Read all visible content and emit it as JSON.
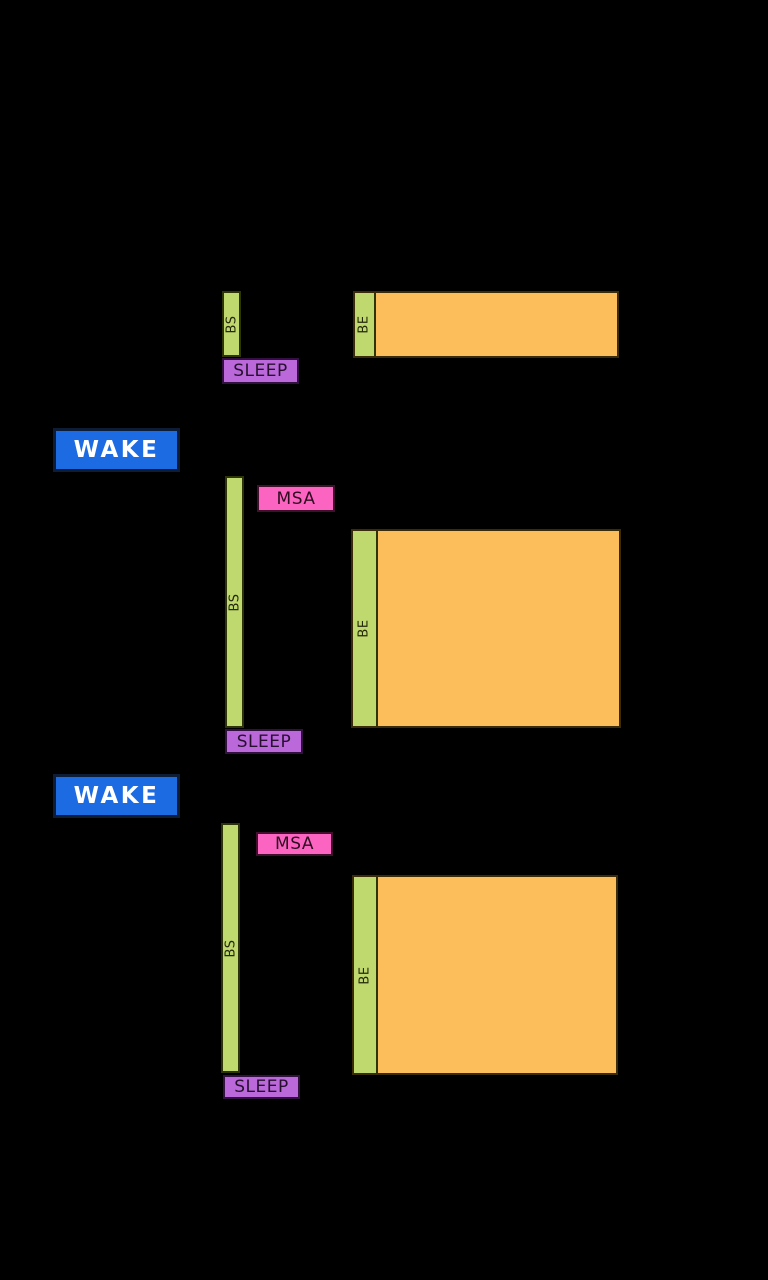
{
  "diagram": {
    "background": "#000000",
    "palette": {
      "bar_green": "#c0d96e",
      "awake_orange": "#fcbd5b",
      "sleep_purple": "#ba68da",
      "msa_pink": "#fc64c2",
      "wake_blue": "#1c6be2",
      "wake_text": "#ffffff"
    },
    "wake_buttons": [
      {
        "label": "WAKE"
      },
      {
        "label": "WAKE"
      }
    ],
    "cycles": [
      {
        "bs_label": "BS",
        "be_label": "BE",
        "sleep_label": "SLEEP"
      },
      {
        "bs_label": "BS",
        "be_label": "BE",
        "sleep_label": "SLEEP",
        "msa_label": "MSA"
      },
      {
        "bs_label": "BS",
        "be_label": "BE",
        "sleep_label": "SLEEP",
        "msa_label": "MSA"
      }
    ]
  }
}
